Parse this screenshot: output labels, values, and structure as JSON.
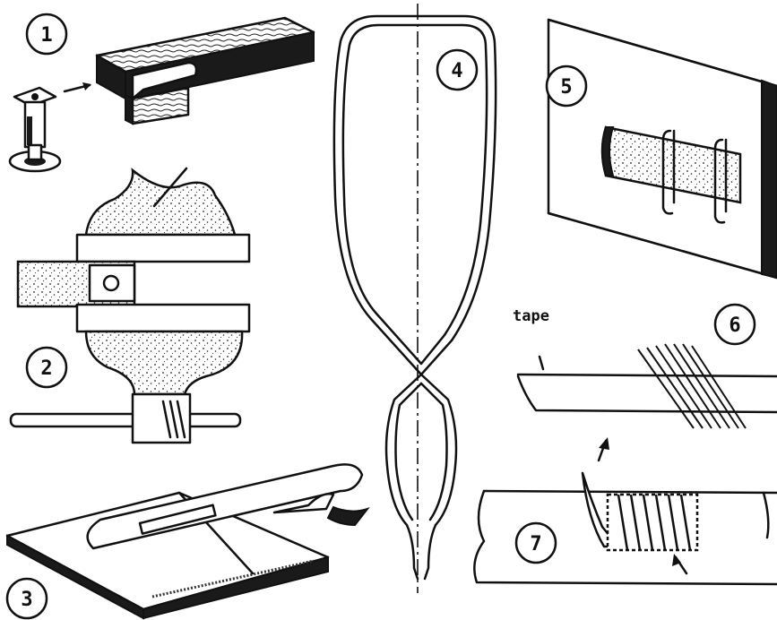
{
  "figure_labels": [
    "1",
    "2",
    "3",
    "4",
    "5",
    "6",
    "7"
  ],
  "annotations": {
    "tape_label": "tape"
  },
  "colors": {
    "ink": "#111111",
    "paper": "#ffffff"
  }
}
